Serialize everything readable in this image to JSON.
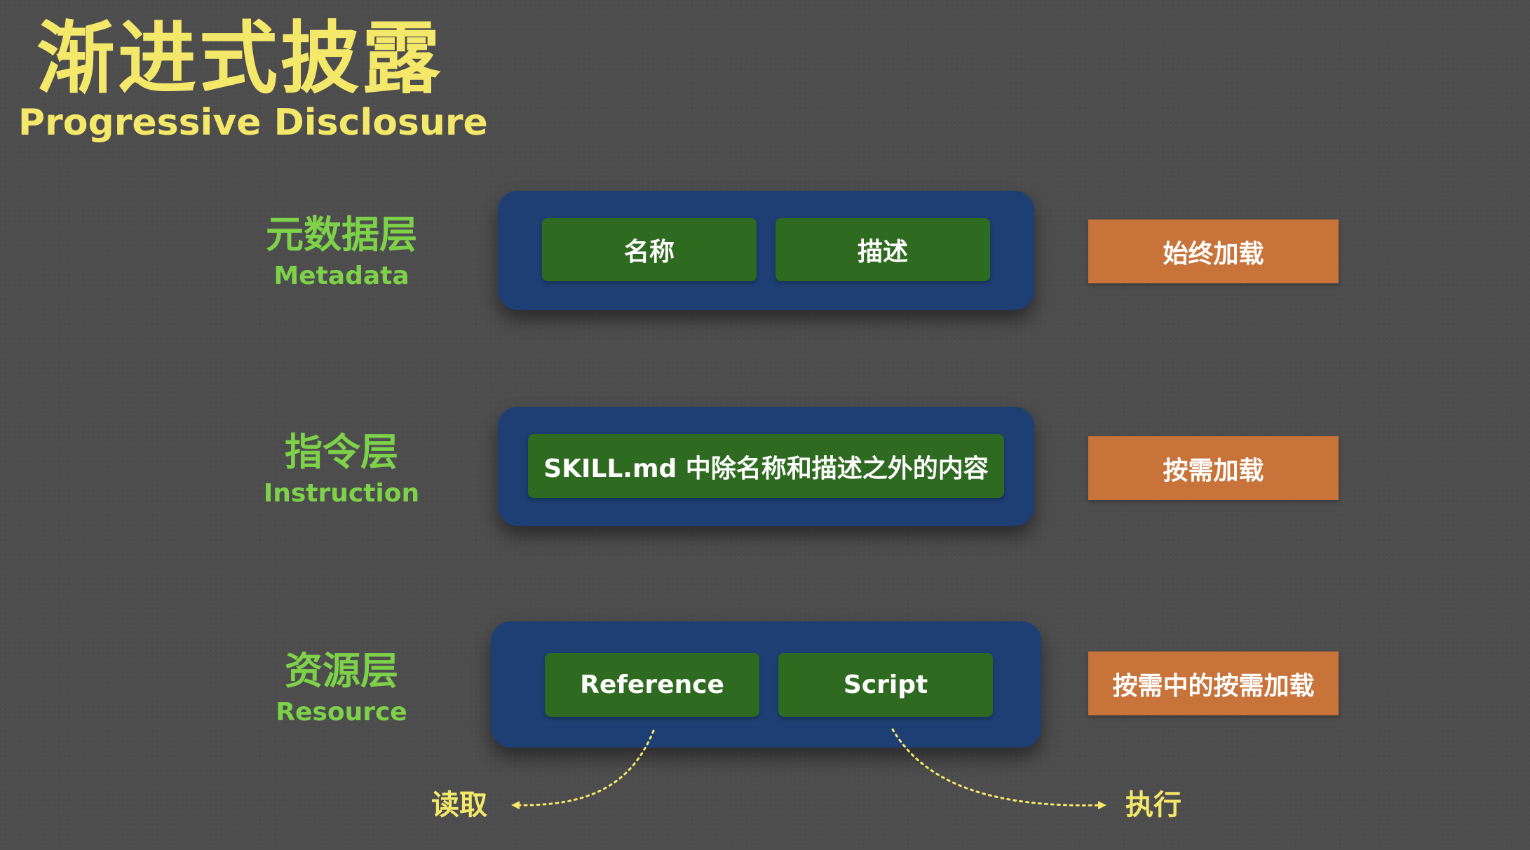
{
  "title": {
    "zh": "渐进式披露",
    "en": "Progressive Disclosure"
  },
  "layers": [
    {
      "label_zh": "元数据层",
      "label_en": "Metadata",
      "items": [
        "名称",
        "描述"
      ],
      "load": "始终加载"
    },
    {
      "label_zh": "指令层",
      "label_en": "Instruction",
      "items": [
        "SKILL.md 中除名称和描述之外的内容"
      ],
      "load": "按需加载"
    },
    {
      "label_zh": "资源层",
      "label_en": "Resource",
      "items": [
        "Reference",
        "Script"
      ],
      "load": "按需中的按需加载"
    }
  ],
  "actions": {
    "read": "读取",
    "execute": "执行"
  },
  "colors": {
    "title": "#f4e86a",
    "layer_label": "#7dd24a",
    "layer_box": "#1e3f73",
    "chip": "#2e6a1f",
    "tag": "#c8733a",
    "background": "#4d4d4d"
  }
}
